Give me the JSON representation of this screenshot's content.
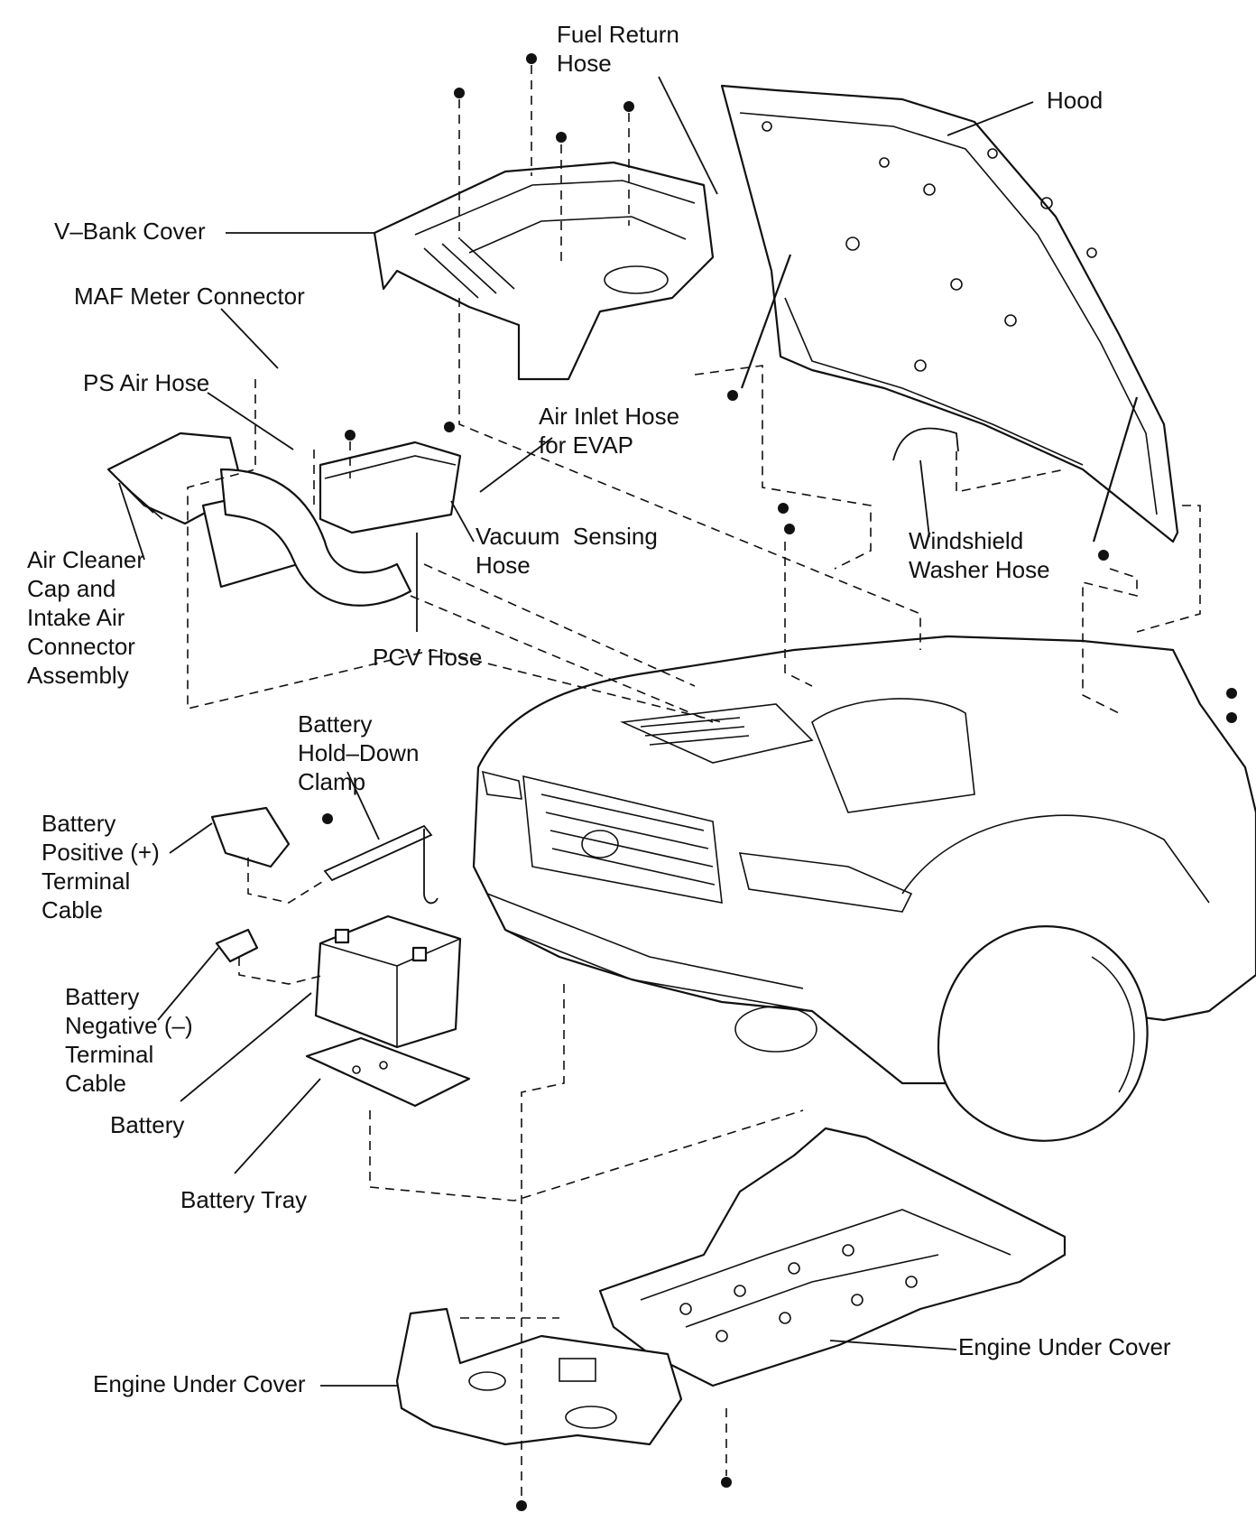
{
  "labels": {
    "fuel_return_hose": [
      "Fuel Return",
      "Hose"
    ],
    "hood": [
      "Hood"
    ],
    "v_bank_cover": [
      "V–Bank Cover"
    ],
    "maf_meter_connector": [
      "MAF Meter Connector"
    ],
    "ps_air_hose": [
      "PS Air Hose"
    ],
    "air_inlet_hose": [
      "Air Inlet Hose",
      "for EVAP"
    ],
    "air_cleaner_cap": [
      "Air Cleaner",
      "Cap and",
      "Intake Air",
      "Connector",
      "Assembly"
    ],
    "vacuum_sensing_hose": [
      "Vacuum  Sensing",
      "Hose"
    ],
    "windshield_washer_hose": [
      "Windshield",
      "Washer Hose"
    ],
    "pcv_hose": [
      "PCV Hose"
    ],
    "battery_hold_down_clamp": [
      "Battery",
      "Hold–Down",
      "Clamp"
    ],
    "battery_positive_cable": [
      "Battery",
      "Positive (+)",
      "Terminal",
      "Cable"
    ],
    "battery_negative_cable": [
      "Battery",
      "Negative (–)",
      "Terminal",
      "Cable"
    ],
    "battery": [
      "Battery"
    ],
    "battery_tray": [
      "Battery Tray"
    ],
    "engine_under_cover_right": [
      "Engine Under Cover"
    ],
    "engine_under_cover_left": [
      "Engine Under Cover"
    ]
  }
}
